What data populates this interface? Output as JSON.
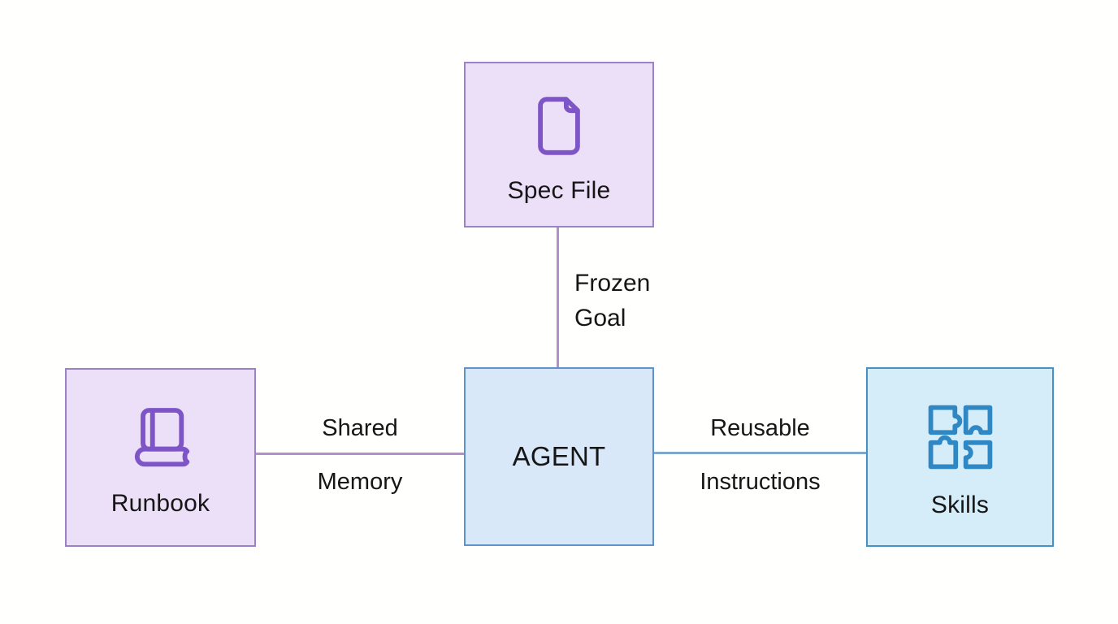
{
  "nodes": {
    "spec_file": {
      "label": "Spec File",
      "icon": "file-icon"
    },
    "runbook": {
      "label": "Runbook",
      "icon": "book-icon"
    },
    "agent": {
      "label": "AGENT"
    },
    "skills": {
      "label": "Skills",
      "icon": "puzzle-icon"
    }
  },
  "edges": {
    "frozen_goal": {
      "from": "Spec File",
      "to": "AGENT",
      "line1": "Frozen",
      "line2": "Goal"
    },
    "shared_memory": {
      "from": "Runbook",
      "to": "AGENT",
      "line1": "Shared",
      "line2": "Memory"
    },
    "reusable_instructions": {
      "from": "AGENT",
      "to": "Skills",
      "line1": "Reusable",
      "line2": "Instructions"
    }
  },
  "colors": {
    "background": "#fffffe",
    "purple_fill": "#ecdff8",
    "purple_border": "#9b82c6",
    "purple_icon": "#7e55c6",
    "purple_line": "#b48fcd",
    "agent_fill": "#d8e8f9",
    "agent_border": "#6093cb",
    "skills_fill": "#d5ecf9",
    "skills_border": "#4792c5",
    "blue_icon": "#2f88c4",
    "blue_line": "#7fa8cc",
    "text": "#161616"
  }
}
